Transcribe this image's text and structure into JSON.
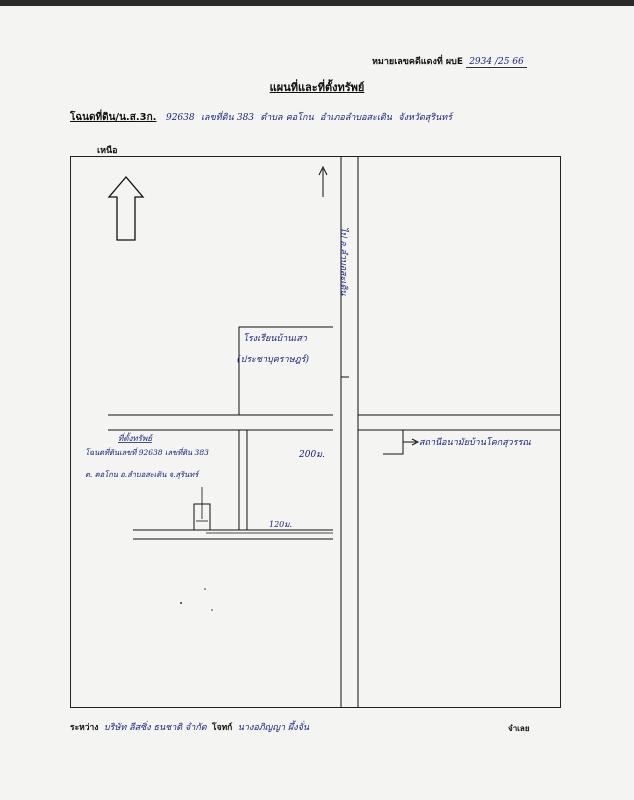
{
  "header": {
    "ref_label": "หมายเลขคดีแดงที่ ผบE",
    "ref_number": "2934 /25 66"
  },
  "title": "แผนที่และที่ตั้งทรัพย์",
  "deed": {
    "label": "โฉนดที่ดิน/น.ส.3ก.",
    "number": "92638",
    "land_no_label": "เลขที่ดิน",
    "land_no": "383",
    "subdistrict_label": "ตำบล",
    "subdistrict": "คอโกน",
    "district_label": "อำเภอ",
    "district": "ลำบอสะเดิน",
    "province_label": "จังหวัด",
    "province": "สุรินทร์"
  },
  "map": {
    "north_label": "เหนือ",
    "road_label": "ไป อ.ลำบอสะเดิน",
    "school_name": "โรงเรียนบ้านเสา",
    "school_sub": "(ประชาบุคราษฎร์)",
    "asset_tag": "ที่ตั้งทรัพย์",
    "asset_line1": "โฉนดที่ดินเลขที่ 92638 เลขที่ดิน 383",
    "asset_line2": "ต. คอโกน อ.ลำบอสะเดิน จ.สุรินทร์",
    "dist_200": "200ม.",
    "dist_120": "120ม.",
    "health_center": "สถานีอนามัยบ้านโคกสุวรรณ"
  },
  "parties": {
    "between_label": "ระหว่าง",
    "plaintiff": "บริษัท ลีสซิ่ง ธนชาติ จำกัด",
    "plaintiff_role_label": "โจทก์",
    "defendant": "นางอภิญญา ผึ้งจั่น",
    "defendant_role_label": "จำเลย"
  }
}
